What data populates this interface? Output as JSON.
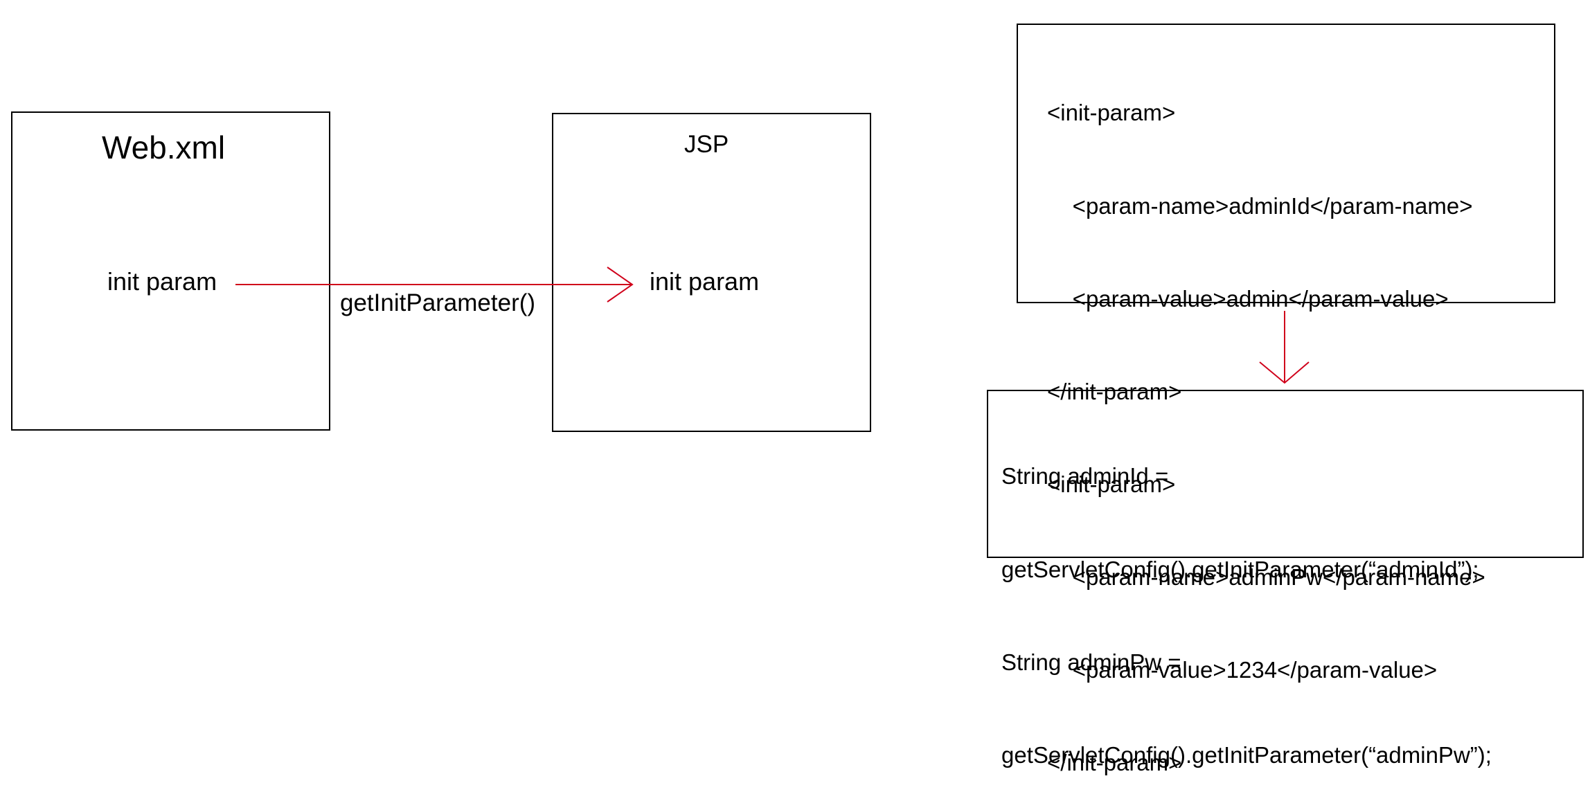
{
  "diagram": {
    "webxml_box": {
      "title": "Web.xml",
      "param_label": "init param"
    },
    "jsp_box": {
      "title": "JSP",
      "param_label": "init param"
    },
    "main_arrow": {
      "label": "getInitParameter()",
      "color": "#d0021b"
    },
    "config_box": {
      "lines": [
        "<init-param>",
        "    <param-name>adminId</param-name>",
        "    <param-value>admin</param-value>",
        "</init-param>",
        "<init-param>",
        "    <param-name>adminPw</param-name>",
        "    <param-value>1234</param-value>",
        "</init-param>"
      ]
    },
    "down_arrow": {
      "color": "#d0021b"
    },
    "code_box": {
      "lines": [
        "String adminId = ",
        "getServletConfig().getInitParameter(“adminId”);",
        "String adminPw = ",
        "getServletConfig().getInitParameter(“adminPw”);"
      ]
    }
  }
}
